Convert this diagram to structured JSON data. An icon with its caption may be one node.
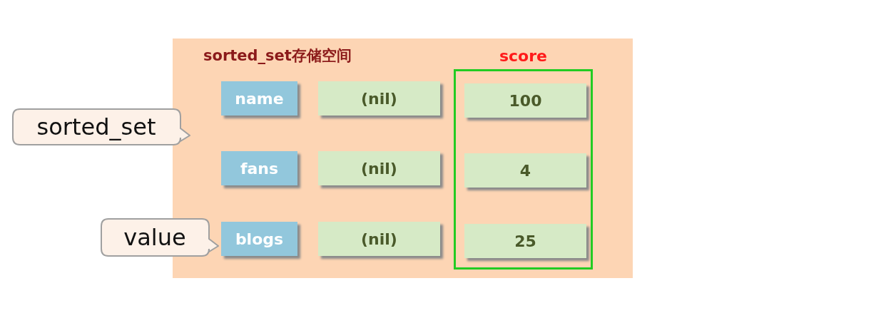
{
  "diagram": {
    "nodes": [
      {
        "text": [
          "sorted_set存储空间"
        ]
      },
      {
        "text": [
          "score"
        ],
        "in": 0
      },
      {
        "text": [
          "name"
        ],
        "in": 0
      },
      {
        "text": [
          "(nil)"
        ],
        "in": 0
      },
      {
        "text": [
          "100"
        ],
        "in": 1
      },
      {
        "text": [
          "fans"
        ],
        "in": 0
      },
      {
        "text": [
          "(nil)"
        ],
        "in": 0
      },
      {
        "text": [
          "4"
        ],
        "in": 1
      },
      {
        "text": [
          "blogs"
        ],
        "in": 0
      },
      {
        "text": [
          "(nil)"
        ],
        "in": 0
      },
      {
        "text": [
          "25"
        ],
        "in": 1
      },
      {
        "text": [
          "sorted_set"
        ]
      },
      {
        "text": [
          "value"
        ]
      }
    ]
  }
}
